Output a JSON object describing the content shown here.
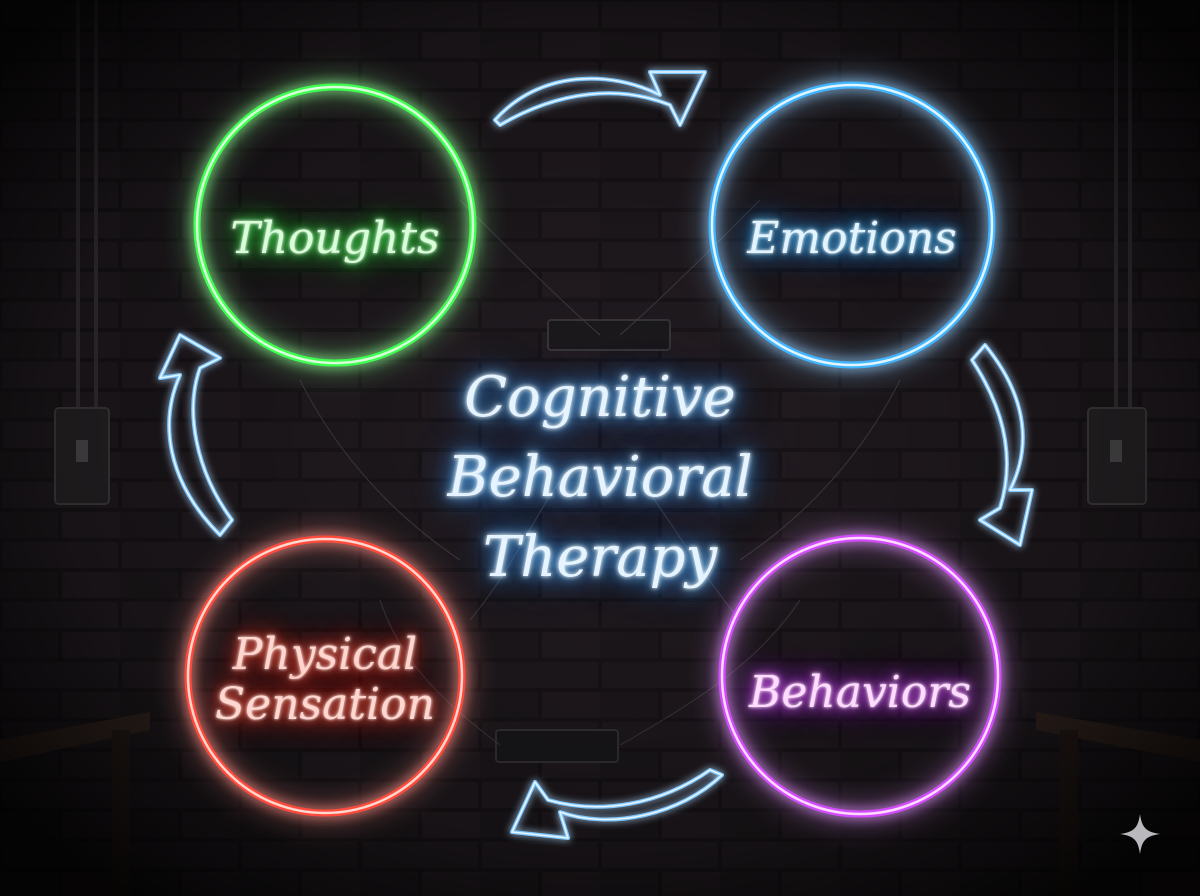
{
  "diagram": {
    "title_lines": [
      "Cognitive",
      "Behavioral",
      "Therapy"
    ],
    "nodes": {
      "thoughts": {
        "label": "Thoughts",
        "color": "#3dff4f"
      },
      "emotions": {
        "label": "Emotions",
        "color": "#3fb6ff"
      },
      "behaviors": {
        "label": "Behaviors",
        "color": "#d44cff"
      },
      "physical": {
        "label_lines": [
          "Physical",
          "Sensation"
        ],
        "color": "#ff4a3a"
      }
    },
    "arrow_color": "#9fd8ff",
    "cycle": [
      "Thoughts",
      "Emotions",
      "Behaviors",
      "Physical Sensation"
    ]
  }
}
